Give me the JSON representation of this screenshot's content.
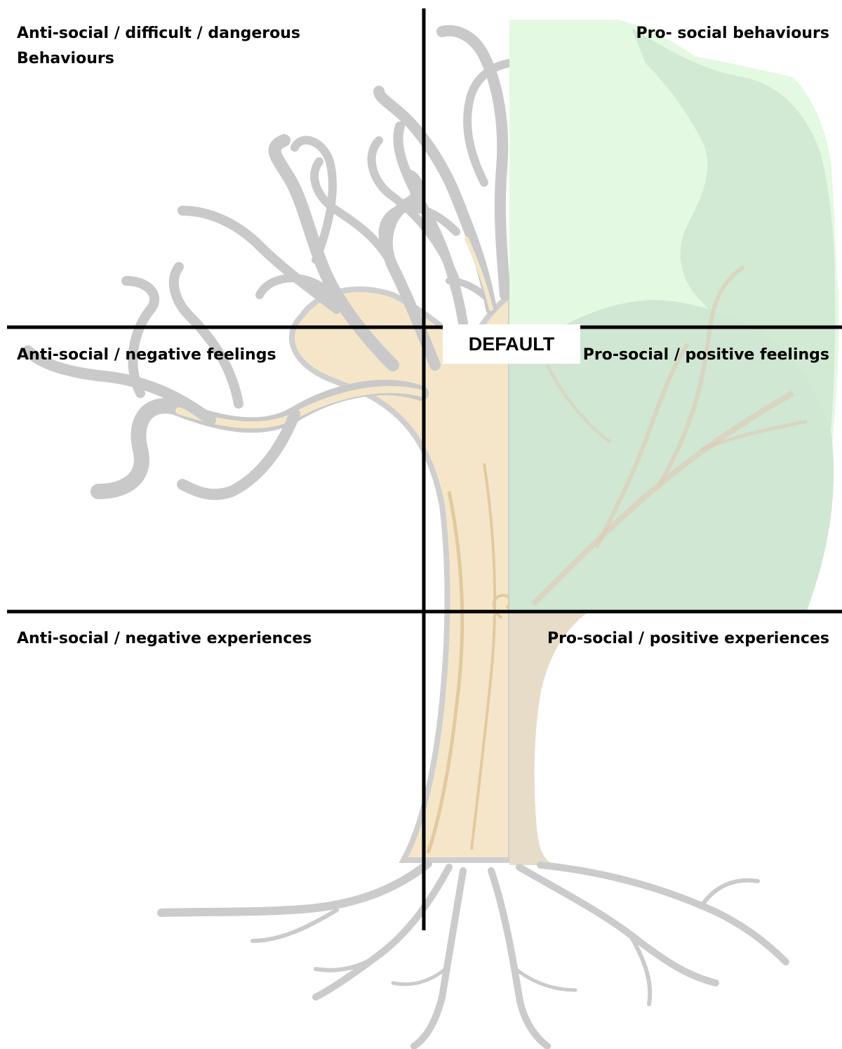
{
  "quadrants": {
    "top_left": "Anti-social / difficult / dangerous",
    "top_left_line2": "Behaviours",
    "top_right": "Pro- social behaviours",
    "middle_left": "Anti-social / negative feelings",
    "middle_right": "Pro-social / positive feelings",
    "bottom_left": "Anti-social / negative experiences",
    "bottom_right": "Pro-social / positive experiences"
  },
  "center_label": "DEFAULT",
  "colors": {
    "divider": "#000000",
    "branches": "#c9c9c9",
    "trunk_fill": "#f6e6c9",
    "canopy_light": "#e3f9e1",
    "canopy_mid": "#d7ecd6",
    "canopy_dark": "#c8e3cc",
    "right_trunk": "#e6dcc8",
    "background": "#ffffff"
  },
  "illustration": {
    "left_half": "bare-tree-icon",
    "right_half": "leafy-tree-icon",
    "bottom": "roots-icon"
  }
}
